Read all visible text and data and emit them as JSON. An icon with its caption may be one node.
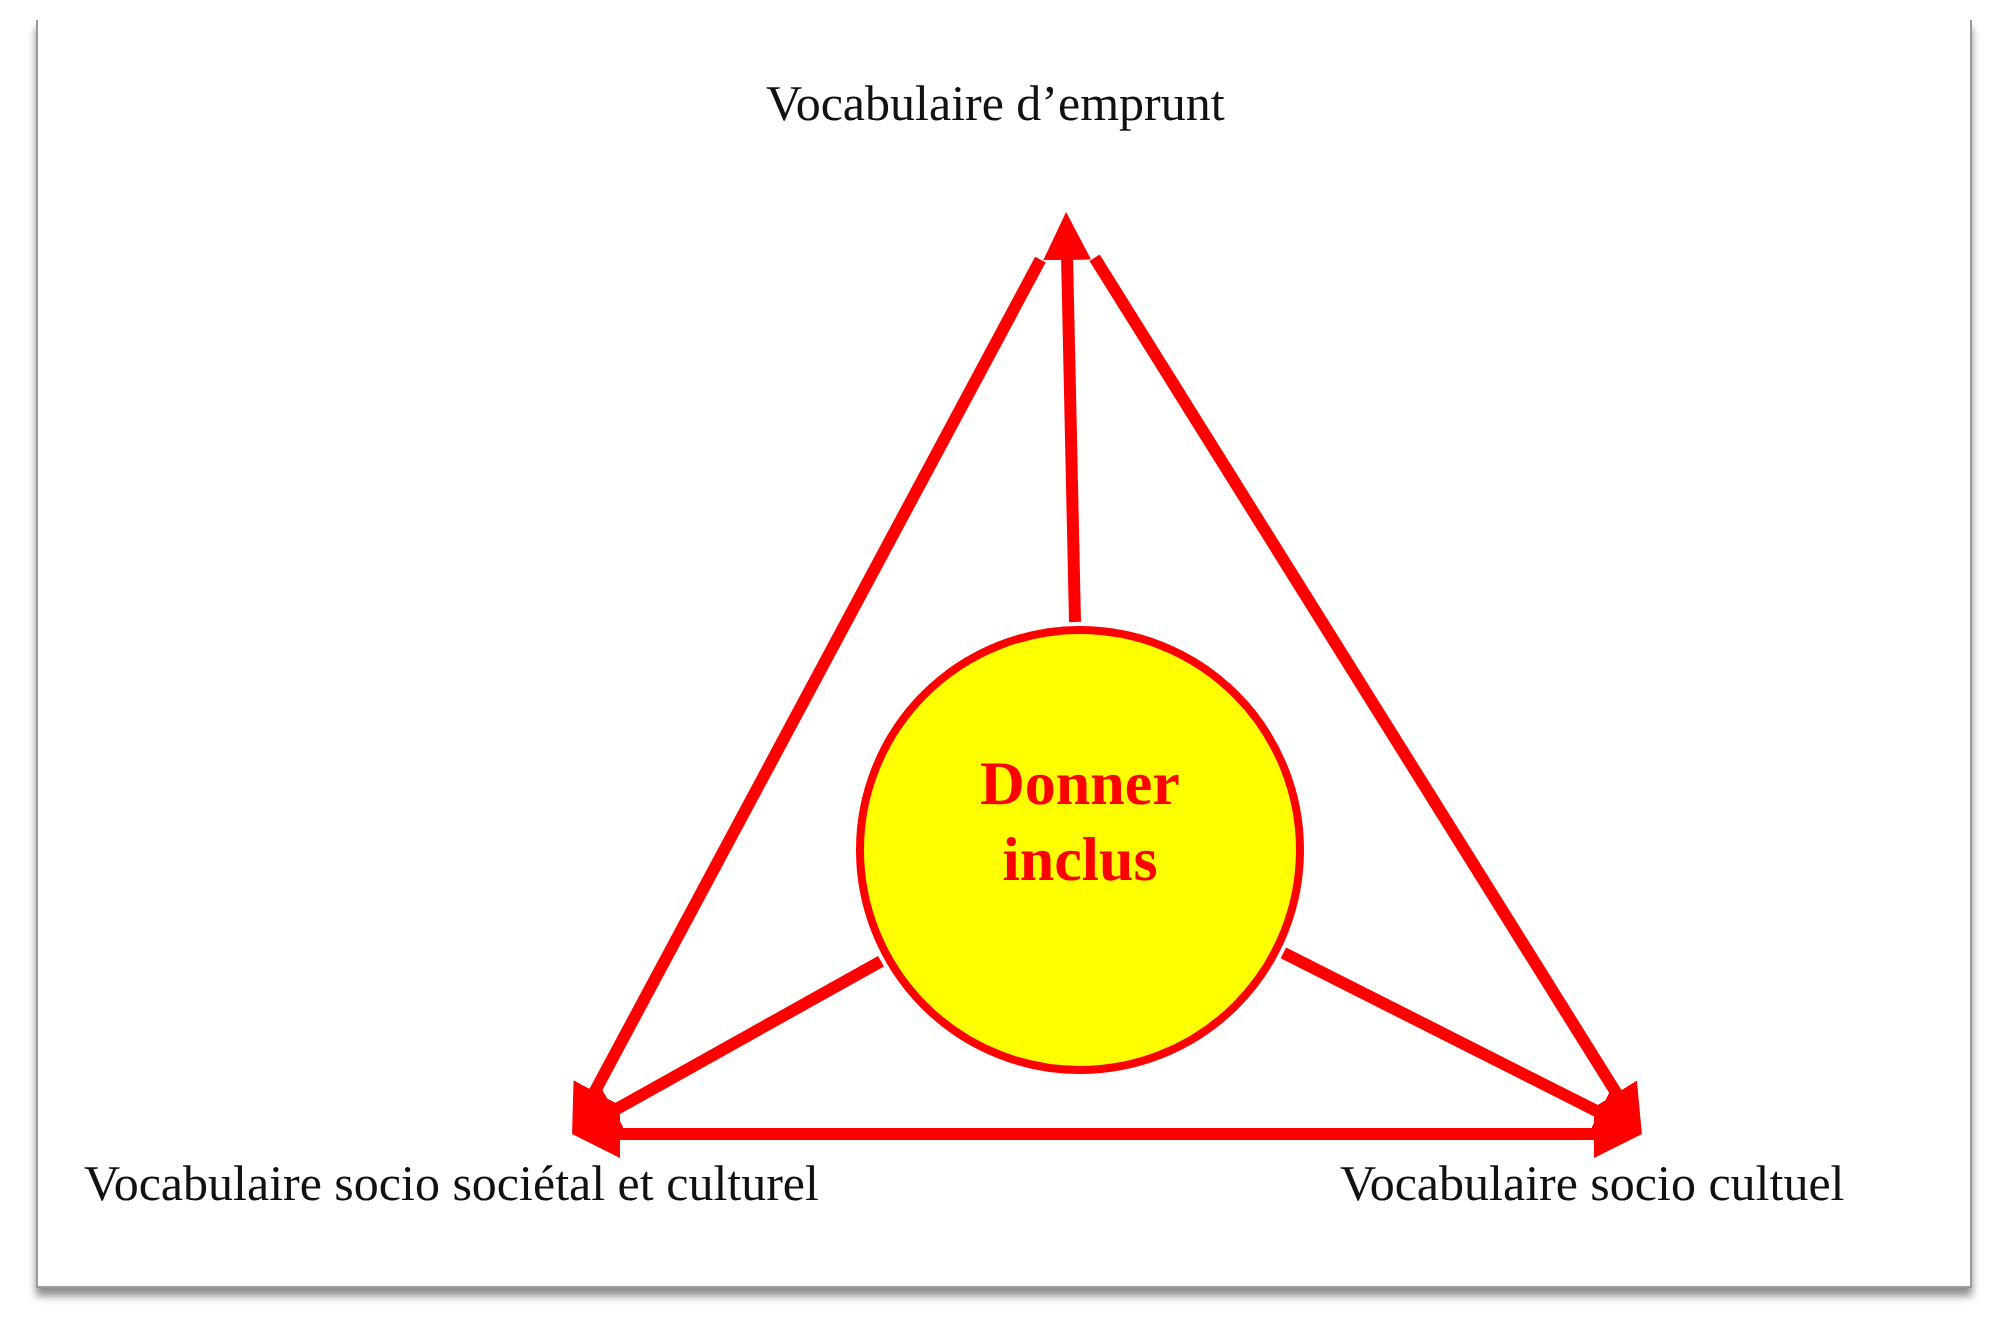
{
  "diagram": {
    "nodes": [
      {
        "text": [
          "Vocabulaire d’emprunt"
        ]
      },
      {
        "text": [
          "Donner inclus"
        ]
      },
      {
        "text": [
          "Vocabulaire socio sociétal et culturel"
        ]
      },
      {
        "text": [
          "Vocabulaire socio cultuel"
        ]
      }
    ],
    "edges": [
      {
        "from": 1,
        "to": 0,
        "arrow": "to"
      },
      {
        "from": 1,
        "to": 2,
        "arrow": "to"
      },
      {
        "from": 1,
        "to": 3,
        "arrow": "to"
      },
      {
        "from": 0,
        "to": 2,
        "arrow": "to"
      },
      {
        "from": 0,
        "to": 3,
        "arrow": "to"
      },
      {
        "from": 2,
        "to": 3,
        "arrow": "both"
      }
    ]
  }
}
